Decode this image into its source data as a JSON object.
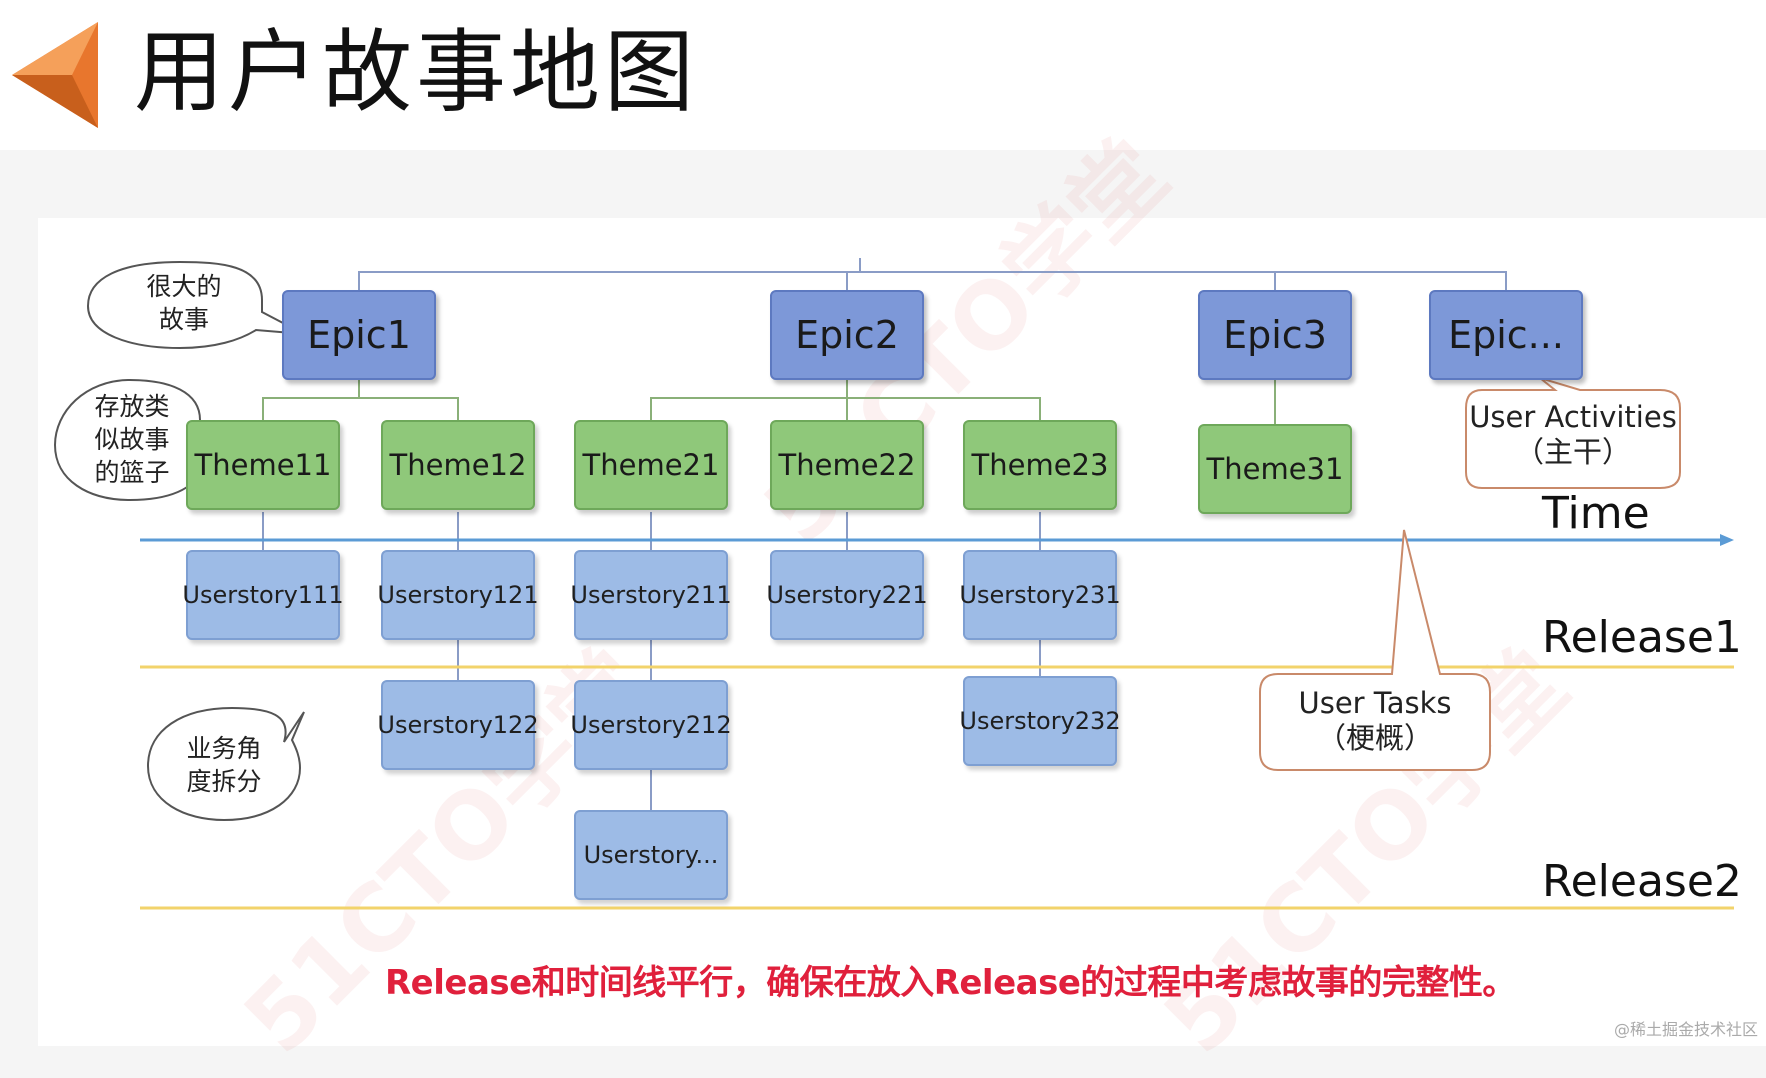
{
  "title": "用户故事地图",
  "epics": [
    "Epic1",
    "Epic2",
    "Epic3",
    "Epic..."
  ],
  "themes": [
    "Theme11",
    "Theme12",
    "Theme21",
    "Theme22",
    "Theme23",
    "Theme31"
  ],
  "stories": [
    "Userstory111",
    "Userstory121",
    "Userstory211",
    "Userstory221",
    "Userstory231",
    "Userstory122",
    "Userstory212",
    "Userstory232",
    "Userstory..."
  ],
  "bubbles": {
    "epic_note": [
      "很大的",
      "故事"
    ],
    "theme_note": [
      "存放类",
      "似故事",
      "的篮子"
    ],
    "story_note": [
      "业务角",
      "度拆分"
    ]
  },
  "callouts": {
    "activities": [
      "User Activities",
      "（主干）"
    ],
    "tasks": [
      "User Tasks",
      "（梗概）"
    ]
  },
  "lines": {
    "time": "Time",
    "release1": "Release1",
    "release2": "Release2"
  },
  "colors": {
    "epic": "#7d98d8",
    "theme": "#8fc87a",
    "story": "#9dbbe6",
    "time_line": "#5b9bd5",
    "release_line": "#f2d36b",
    "footnote": "#e0203c"
  },
  "footnote": "Release和时间线平行，确保在放入Release的过程中考虑故事的完整性。",
  "watermark": "51CTO学堂",
  "credit": "@稀土掘金技术社区"
}
